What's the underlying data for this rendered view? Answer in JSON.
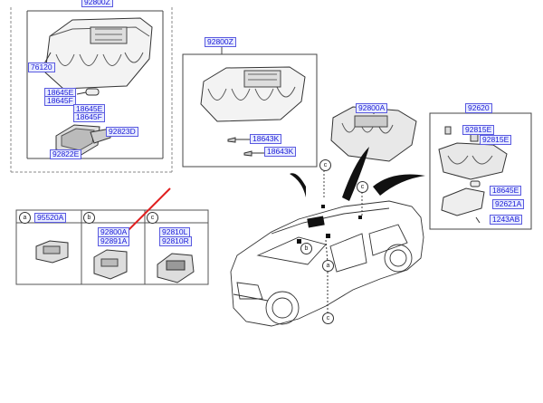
{
  "groups": {
    "top_left": {
      "header_label": "92800Z",
      "labels": [
        "76120",
        "18645E",
        "18645F",
        "18645E",
        "18645F",
        "92823D",
        "92822E"
      ]
    },
    "top_center": {
      "header_label": "92800Z",
      "labels": [
        "18643K",
        "18643K"
      ]
    },
    "top_right_a": {
      "header_label": "92800A"
    },
    "top_right": {
      "header_label": "92620",
      "labels": [
        "92815E",
        "92815E",
        "18645E",
        "92621A",
        "1243AB"
      ]
    }
  },
  "legend_table": {
    "cells": [
      {
        "marker": "a",
        "labels": [
          "95520A"
        ]
      },
      {
        "marker": "b",
        "labels": [
          "92800A",
          "92891A"
        ]
      },
      {
        "marker": "c",
        "labels": [
          "92810L",
          "92810R"
        ]
      }
    ]
  },
  "car_markers": [
    "c",
    "c",
    "a",
    "b",
    "c"
  ],
  "colors": {
    "label_text": "#1a1ad6",
    "label_bg": "#e8ecff",
    "arrow": "#e02020"
  }
}
